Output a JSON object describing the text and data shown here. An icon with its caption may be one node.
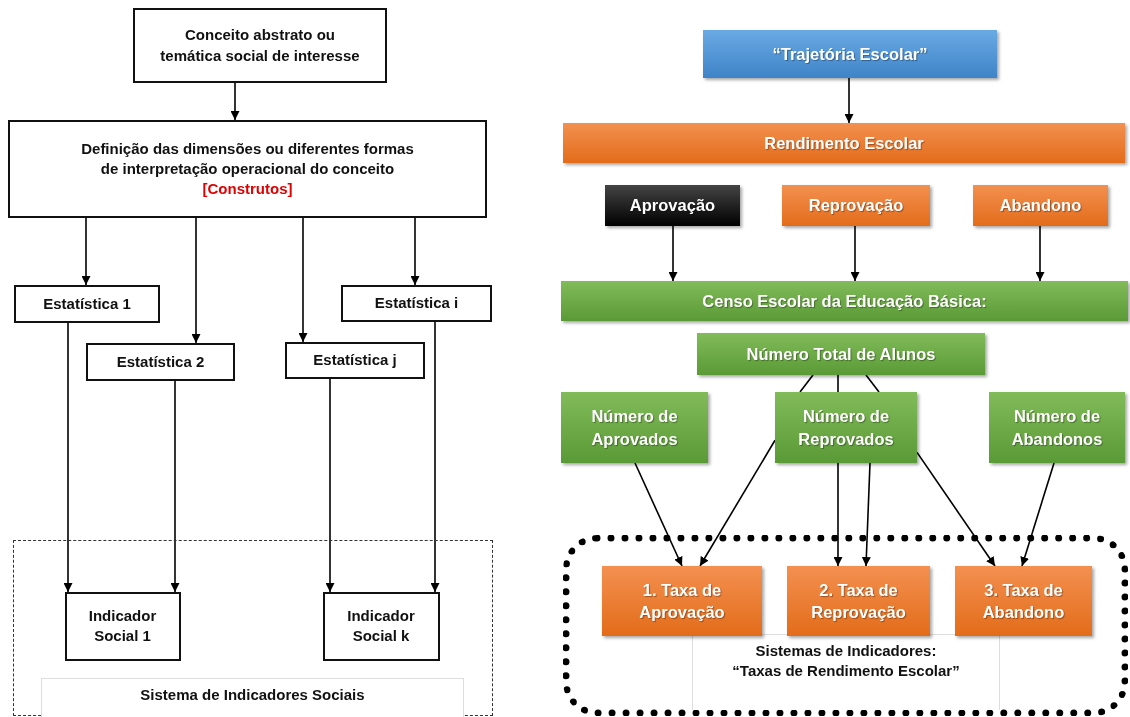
{
  "diagram": {
    "nodes": [
      {
        "text": [
          "Conceito abstrato ou temática social de interesse"
        ]
      },
      {
        "text": [
          "Definição das dimensões ou diferentes formas de interpretação operacional do conceito",
          "[Construtos]"
        ]
      },
      {
        "text": [
          "Estatística 1"
        ]
      },
      {
        "text": [
          "Estatística 2"
        ]
      },
      {
        "text": [
          "Estatística j"
        ]
      },
      {
        "text": [
          "Estatística i"
        ]
      },
      {
        "text": [
          "Sistema de Indicadores Sociais"
        ]
      },
      {
        "text": [
          "Indicador Social 1"
        ],
        "in": 6
      },
      {
        "text": [
          "Indicador Social k"
        ],
        "in": 6
      },
      {
        "text": [
          "“Trajetória Escolar”"
        ]
      },
      {
        "text": [
          "Rendimento Escolar"
        ]
      },
      {
        "text": [
          "Aprovação"
        ]
      },
      {
        "text": [
          "Reprovação"
        ]
      },
      {
        "text": [
          "Abandono"
        ]
      },
      {
        "text": [
          "Censo Escolar da Educação Básica:"
        ]
      },
      {
        "text": [
          "Número Total de Alunos"
        ]
      },
      {
        "text": [
          "Número de Aprovados"
        ]
      },
      {
        "text": [
          "Número de Reprovados"
        ]
      },
      {
        "text": [
          "Número de Abandonos"
        ]
      },
      {
        "text": [
          "Sistemas de Indicadores: “Taxas de Rendimento Escolar”"
        ]
      },
      {
        "text": [
          "1. Taxa de Aprovação"
        ],
        "in": 19
      },
      {
        "text": [
          "2. Taxa de Reprovação"
        ],
        "in": 19
      },
      {
        "text": [
          "3. Taxa de Abandono"
        ],
        "in": 19
      }
    ],
    "edges": [
      {
        "from": 0,
        "to": 1,
        "arrow": "to"
      },
      {
        "from": 1,
        "to": 2,
        "arrow": "to"
      },
      {
        "from": 1,
        "to": 3,
        "arrow": "to"
      },
      {
        "from": 1,
        "to": 4,
        "arrow": "to"
      },
      {
        "from": 1,
        "to": 5,
        "arrow": "to"
      },
      {
        "from": 2,
        "to": 7,
        "arrow": "to"
      },
      {
        "from": 3,
        "to": 7,
        "arrow": "to"
      },
      {
        "from": 4,
        "to": 8,
        "arrow": "to"
      },
      {
        "from": 5,
        "to": 8,
        "arrow": "to"
      },
      {
        "from": 9,
        "to": 10,
        "arrow": "to"
      },
      {
        "from": 11,
        "to": 14,
        "arrow": "to"
      },
      {
        "from": 12,
        "to": 14,
        "arrow": "to"
      },
      {
        "from": 13,
        "to": 14,
        "arrow": "to"
      },
      {
        "from": 16,
        "to": 20,
        "arrow": "to"
      },
      {
        "from": 15,
        "to": 17,
        "arrow": "none"
      },
      {
        "from": 15,
        "to": 17,
        "arrow": "none"
      },
      {
        "from": 15,
        "to": 17,
        "arrow": "none"
      },
      {
        "from": 17,
        "to": 20,
        "arrow": "to"
      },
      {
        "from": 17,
        "to": 21,
        "arrow": "to"
      },
      {
        "from": 17,
        "to": 21,
        "arrow": "to"
      },
      {
        "from": 17,
        "to": 22,
        "arrow": "to"
      },
      {
        "from": 18,
        "to": 22,
        "arrow": "to"
      }
    ]
  }
}
